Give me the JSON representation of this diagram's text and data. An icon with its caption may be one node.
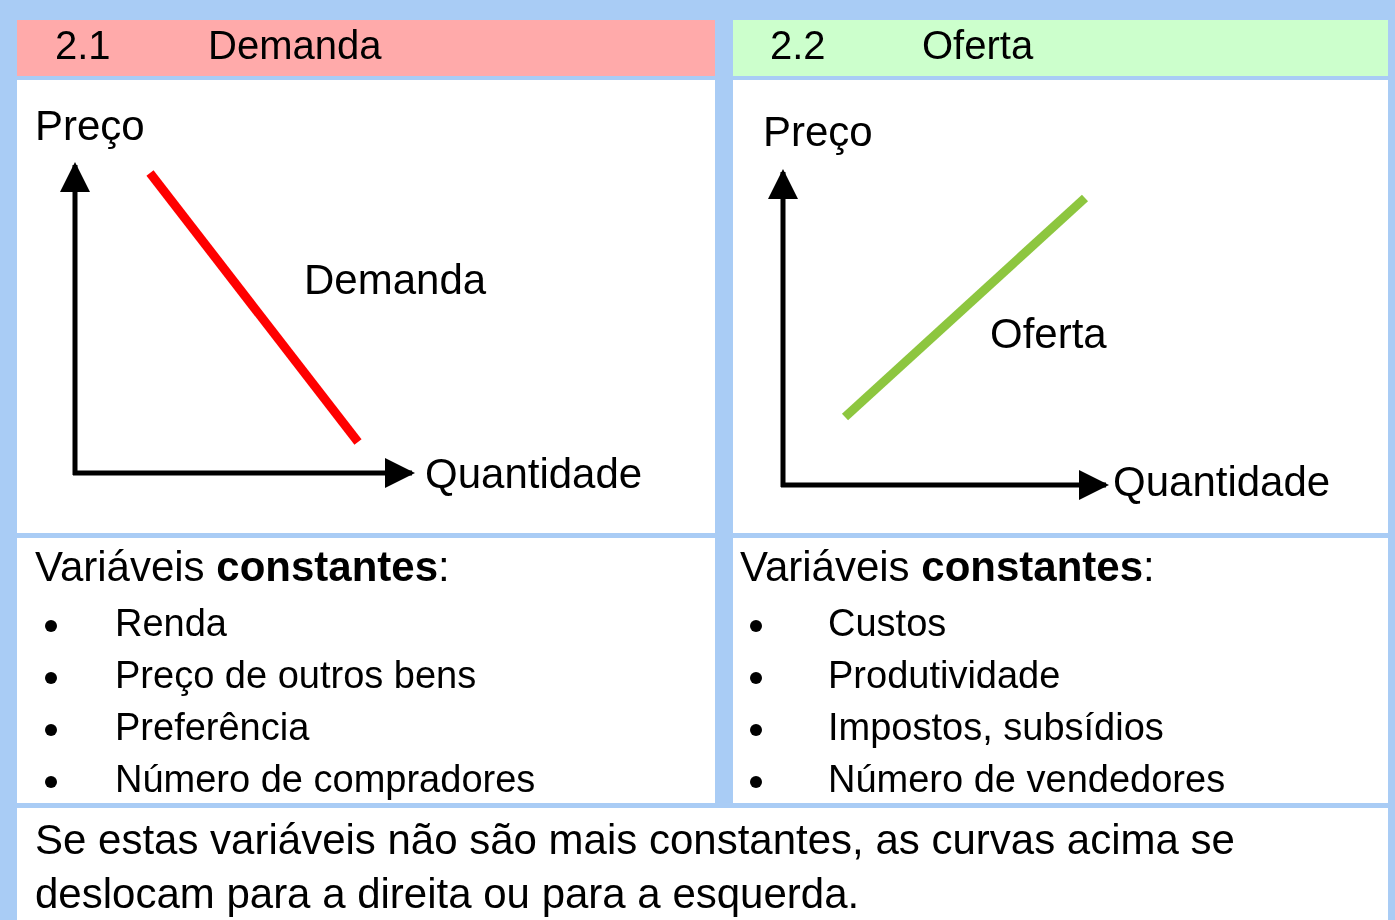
{
  "diagram": {
    "labels": [
      "2.1",
      "Demanda",
      "2.2",
      "Oferta",
      "Preço",
      "Demanda",
      "Quantidade",
      "Preço",
      "Oferta",
      "Quantidade",
      "Variáveis **constantes**:",
      "Renda",
      "Preço de outros bens",
      "Preferência",
      "Número de compradores",
      "Variáveis **constantes**:",
      "Custos",
      "Produtividade",
      "Impostos, subsídios",
      "Número de vendedores",
      "Se estas variáveis não são mais constantes, as curvas acima se deslocam para a direita ou para a esquerda."
    ]
  }
}
